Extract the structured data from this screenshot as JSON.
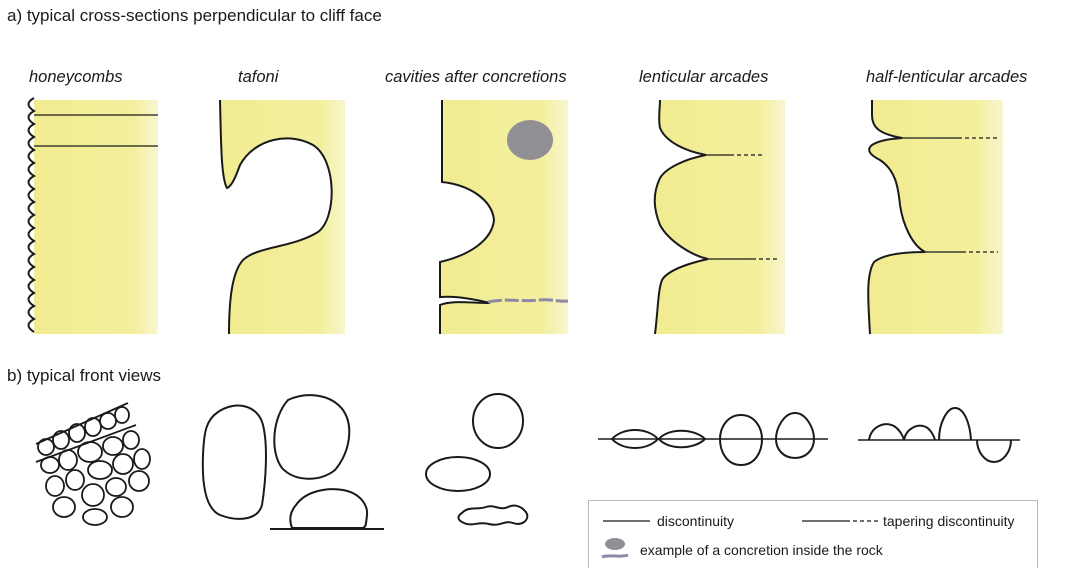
{
  "section_a_title": "a) typical cross-sections perpendicular to cliff face",
  "section_b_title": "b) typical front views",
  "columns": [
    {
      "id": "honeycombs",
      "label": "honeycombs"
    },
    {
      "id": "tafoni",
      "label": "tafoni"
    },
    {
      "id": "cavities",
      "label": "cavities after concretions"
    },
    {
      "id": "lenticular",
      "label": "lenticular arcades"
    },
    {
      "id": "half-lenticular",
      "label": "half-lenticular arcades"
    }
  ],
  "legend": {
    "discontinuity": "discontinuity",
    "tapering": "tapering discontinuity",
    "concretion": "example of a concretion inside the rock"
  },
  "colors": {
    "rock": "#f2ee98",
    "rock_edge": "#f7f4c4",
    "concretion": "#8f8f94",
    "line": "#1a1a1a",
    "concretion_seam": "#8d8aa6"
  }
}
